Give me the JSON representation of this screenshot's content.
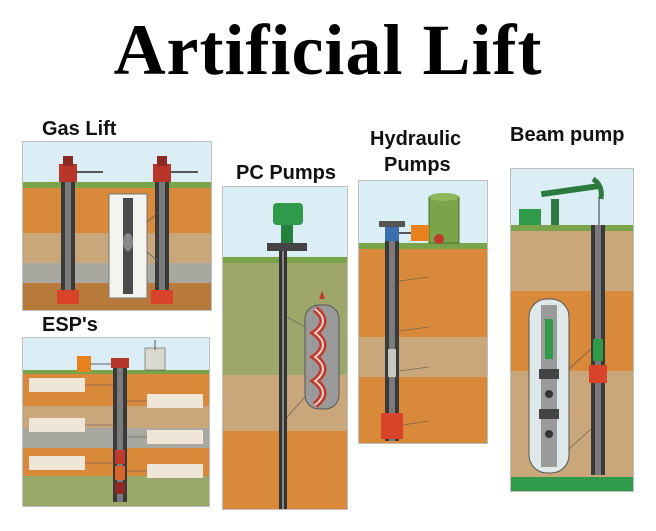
{
  "title": "Artificial Lift",
  "panels": {
    "gas_lift": {
      "label": "Gas Lift"
    },
    "esp": {
      "label": "ESP's"
    },
    "pc_pumps": {
      "label": "PC Pumps"
    },
    "hydraulic": {
      "label_line1": "Hydraulic",
      "label_line2": "Pumps"
    },
    "beam": {
      "label": "Beam pump"
    }
  },
  "colors": {
    "sky": "#dceef5",
    "soil_orange": "#d8893a",
    "soil_tan": "#c9a77a",
    "soil_gray": "#a8a8a0",
    "soil_green": "#9aa86a",
    "pipe": "#2b2b2b",
    "wellhead_red": "#b8352a",
    "accent_green": "#2e9a4a"
  }
}
